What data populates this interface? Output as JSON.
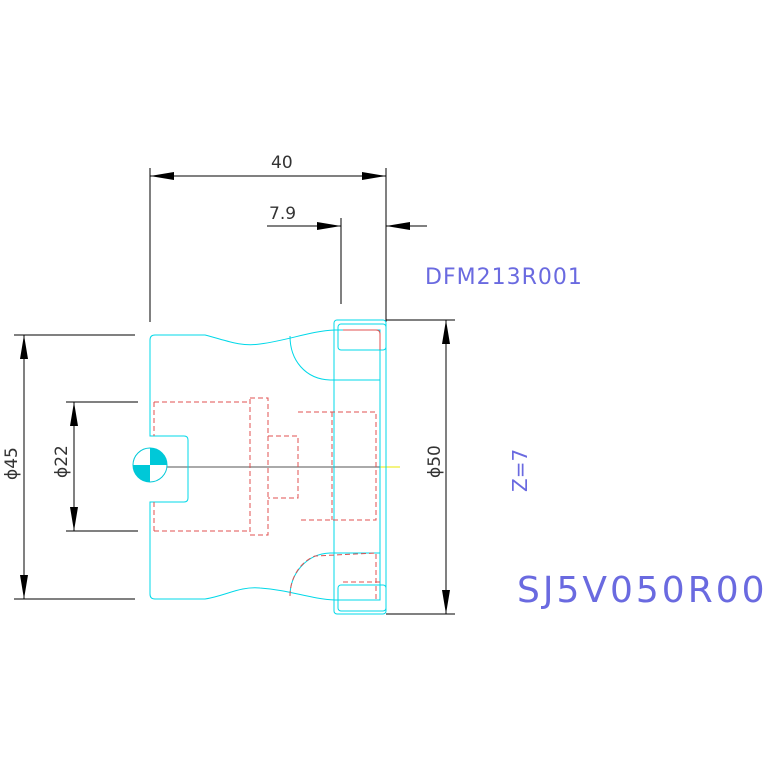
{
  "dimensions": {
    "overall_length": "40",
    "flange_length": "7.9",
    "dia_45": "ϕ45",
    "dia_22": "ϕ22",
    "dia_50": "ϕ50"
  },
  "labels": {
    "part_code": "DFM213R001",
    "teeth": "Z=7",
    "drawing_code": "SJ5V050R00"
  },
  "colors": {
    "outline": "#00d8e8",
    "hidden": "#e05050",
    "dimension": "#000000",
    "text": "#6a6ae0",
    "centerline": "#e8e800"
  }
}
